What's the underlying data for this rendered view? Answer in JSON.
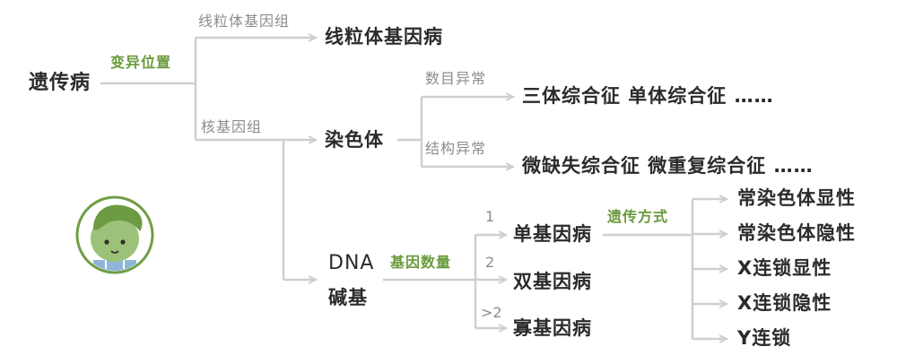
{
  "root": "遗传病",
  "edges": {
    "position_change": "变异位置",
    "mito_genome": "线粒体基因组",
    "nuclear_genome": "核基因组",
    "number_abnormal": "数目异常",
    "structure_abnormal": "结构异常",
    "gene_count": "基因数量",
    "inheritance_mode": "遗传方式"
  },
  "nodes": {
    "mito_disease": "线粒体基因病",
    "chromosome": "染色体",
    "dna_base_1": "DNA",
    "dna_base_2": "碱基",
    "number_examples": "三体综合征 单体综合征 ……",
    "structure_examples": "微缺失综合征 微重复综合征 ……",
    "single_gene": "单基因病",
    "double_gene": "双基因病",
    "multi_gene": "寡基因病"
  },
  "counts": {
    "one": "1",
    "two": "2",
    "more": ">2"
  },
  "modes": [
    "常染色体显性",
    "常染色体隐性",
    "X连锁显性",
    "X连锁隐性",
    "Y连锁"
  ],
  "colors": {
    "line": "#cfcfcf",
    "green": "#6a9a3c",
    "gray_text": "#8c8c8c",
    "text": "#2b2b2b"
  },
  "icons": {
    "mascot": "green-bean-mascot-icon"
  }
}
